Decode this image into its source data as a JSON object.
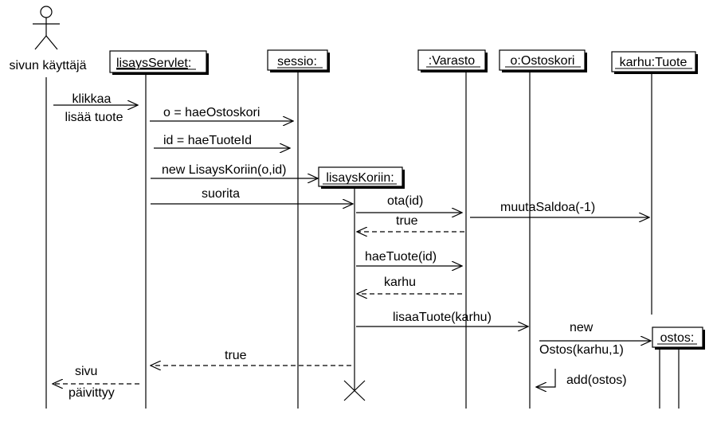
{
  "actor": {
    "name": "sivun käyttäjä"
  },
  "objects": {
    "servlet": "lisaysServlet",
    "sessio": "sessio:",
    "varasto": ":Varasto",
    "ostoskori": "o:Ostoskori",
    "tuote": "karhu:Tuote",
    "lisays": "lisaysKoriin:",
    "ostos": "ostos:"
  },
  "servlet_suffix": ":",
  "messages": {
    "klikkaa_1": "klikkaa",
    "klikkaa_2": "lisää tuote",
    "hae_ostoskori": "o = haeOstoskori",
    "hae_tuote_id": "id = haeTuoteId",
    "new_lisays": "new LisaysKoriin(o,id)",
    "suorita": "suorita",
    "ota": "ota(id)",
    "ota_ret": "true",
    "muuta_saldoa": "muutaSaldoa(-1)",
    "hae_tuote": "haeTuote(id)",
    "hae_tuote_ret": "karhu",
    "lisaa_tuote": "lisaaTuote(karhu)",
    "new_ostos_1": "new",
    "new_ostos_2": "Ostos(karhu,1)",
    "suorita_ret": "true",
    "add": "add(ostos)",
    "sivu_1": "sivu",
    "sivu_2": "päivittyy"
  }
}
